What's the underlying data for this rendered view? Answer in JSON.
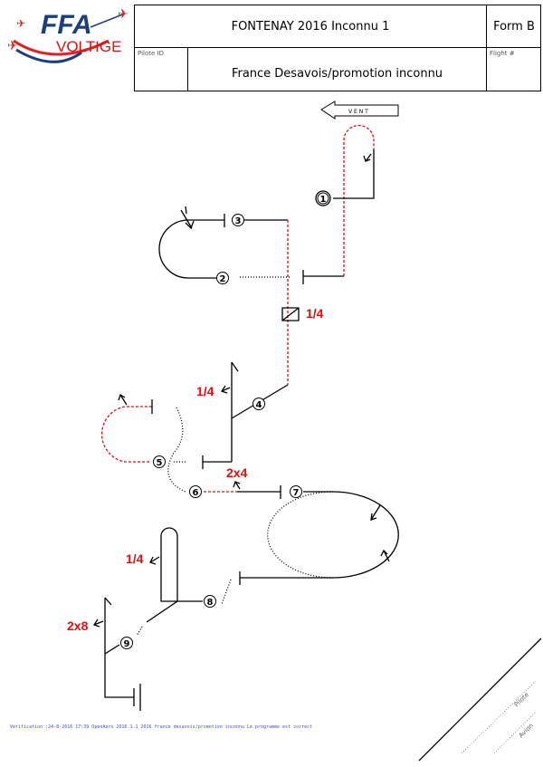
{
  "logo": {
    "line1": "FFA",
    "line2": "VOLTIGE"
  },
  "header": {
    "title": "FONTENAY 2016 Inconnu 1",
    "form": "Form B",
    "pilot_id_label": "Pilote ID",
    "sequence_name": "France Desavois/promotion inconnu",
    "flight_label": "Flight #"
  },
  "wind_label": "V E N T",
  "figures": [
    {
      "number": "1"
    },
    {
      "number": "2"
    },
    {
      "number": "3"
    },
    {
      "number": "4"
    },
    {
      "number": "5"
    },
    {
      "number": "6"
    },
    {
      "number": "7"
    },
    {
      "number": "8"
    },
    {
      "number": "9"
    }
  ],
  "roll_labels": {
    "fig3": "1/4",
    "fig4": "1/4",
    "fig6": "2x4",
    "fig8": "1/4",
    "fig9": "2x8"
  },
  "corner": {
    "pilot": "Pilote",
    "plane": "Avion"
  },
  "verification": "Vérification :24-8-2016 17:39 OpenAero 2016.1.1 2016 france desavois/promotion inconnu Le programme est correct",
  "colors": {
    "red": "#e01010",
    "blue": "#1b3f7a",
    "verify": "#4a4adf"
  }
}
